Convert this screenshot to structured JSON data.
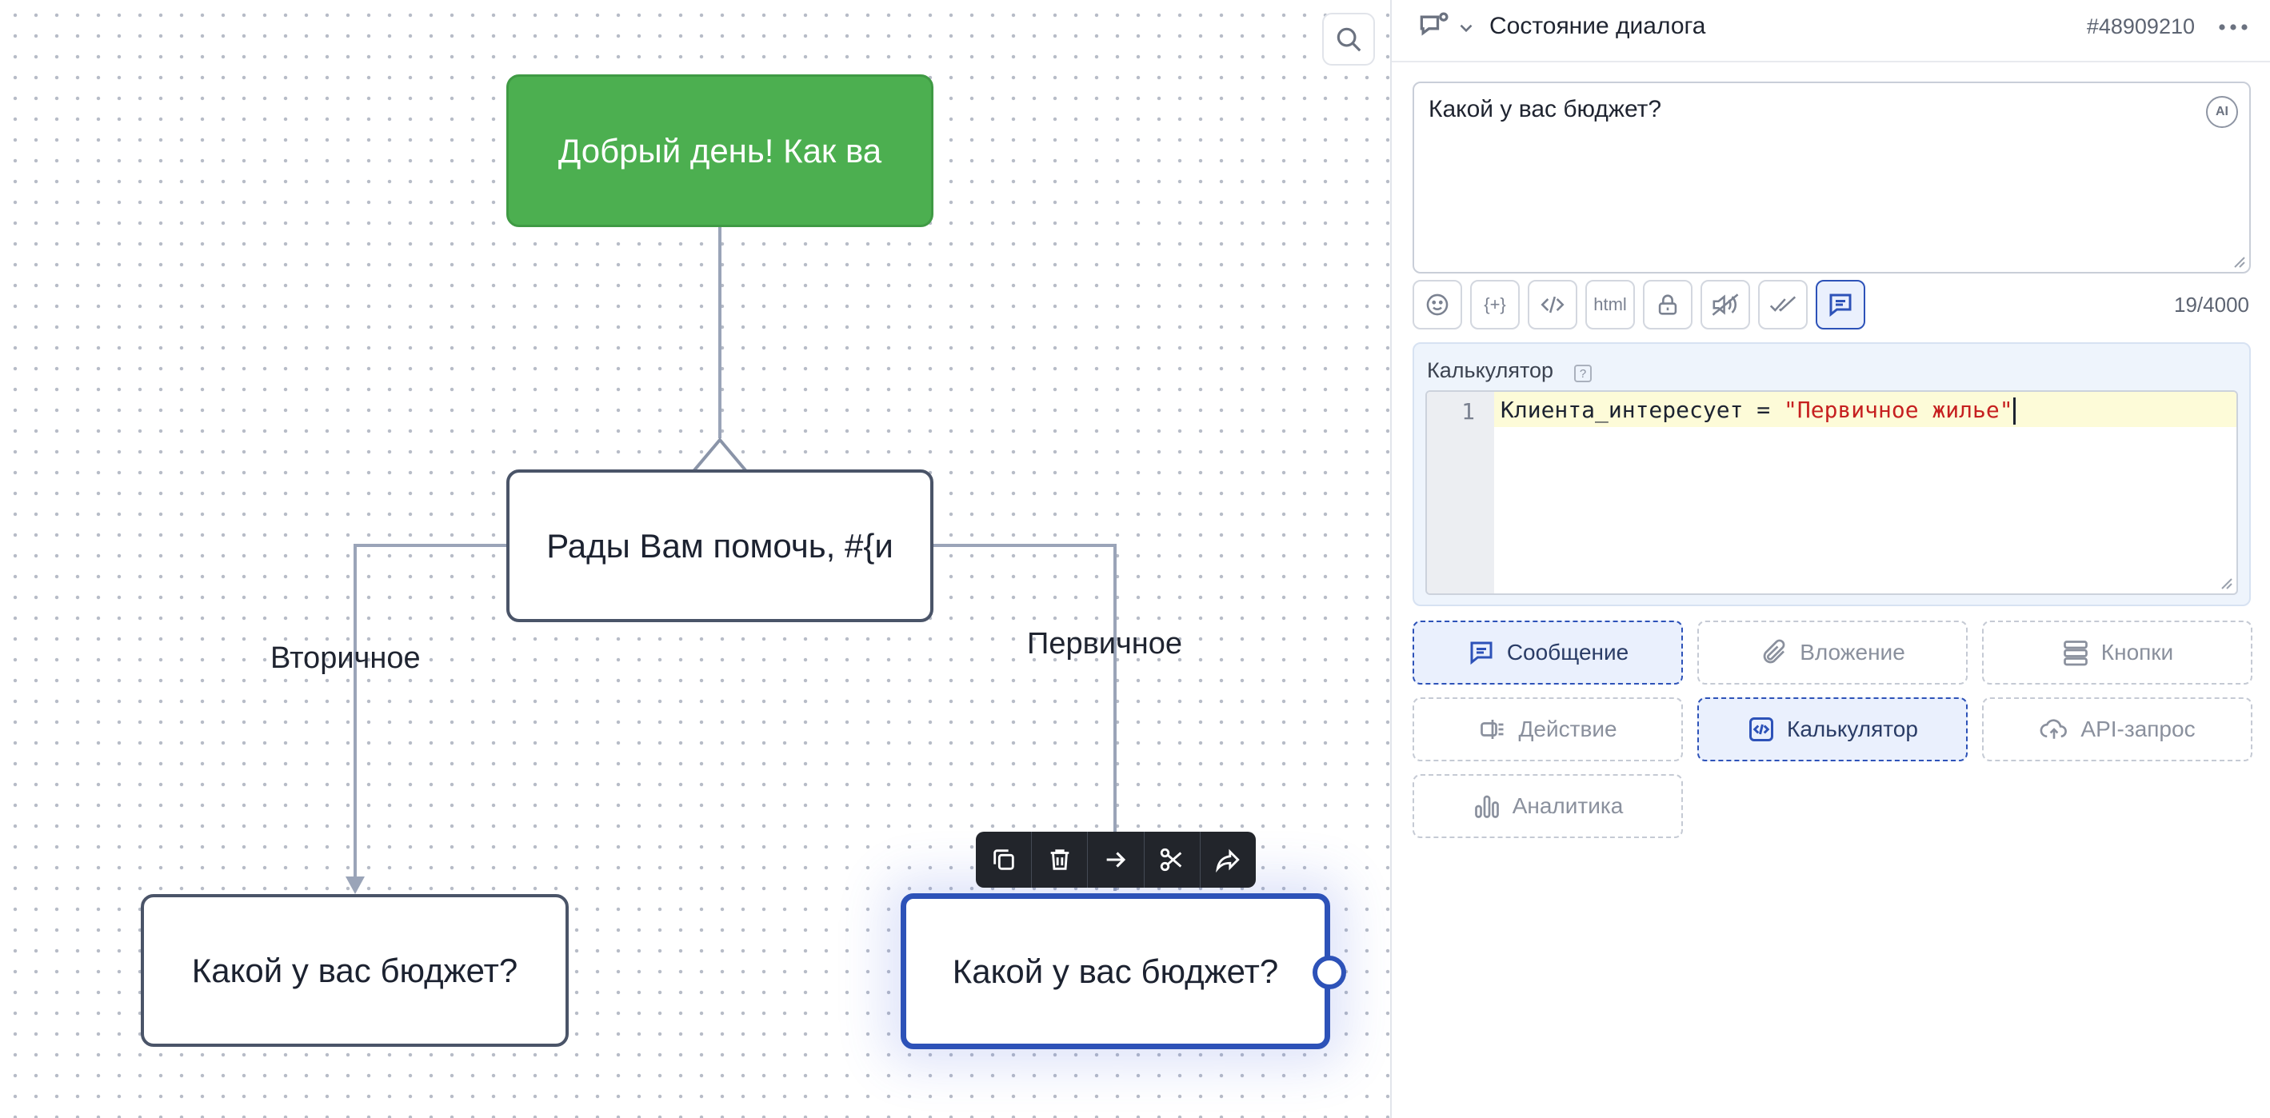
{
  "canvas": {
    "nodes": [
      {
        "id": "greeting",
        "text": "Добрый день!  Как ва"
      },
      {
        "id": "choice",
        "text": "Рады Вам помочь, #{и"
      },
      {
        "id": "budget-left",
        "text": "Какой у вас бюджет?"
      },
      {
        "id": "budget-right",
        "text": "Какой у вас бюджет?"
      }
    ],
    "edge_labels": {
      "secondary": "Вторичное",
      "primary": "Первичное"
    },
    "node_toolbar": [
      "copy-icon",
      "trash-icon",
      "arrow-right-icon",
      "scissors-icon",
      "share-icon"
    ],
    "search_icon": "search-icon"
  },
  "panel": {
    "header": {
      "title": "Состояние диалога",
      "id": "#48909210"
    },
    "message": {
      "text": "Какой у вас бюджет?",
      "ai_badge": "AI",
      "char_count": "19/4000"
    },
    "format_toolbar": {
      "html_label": "html",
      "var_label": "{+}"
    },
    "calculator": {
      "title": "Калькулятор",
      "help": "?",
      "line_number": "1",
      "code_var": "Клиента_интересует",
      "code_op": " = ",
      "code_str": "\"Первичное жилье\""
    },
    "blocks": [
      {
        "label": "Сообщение"
      },
      {
        "label": "Вложение"
      },
      {
        "label": "Кнопки"
      },
      {
        "label": "Действие"
      },
      {
        "label": "Калькулятор"
      },
      {
        "label": "API-запрос"
      },
      {
        "label": "Аналитика"
      }
    ]
  },
  "colors": {
    "accent": "#2d52b8",
    "node_green": "#4caf50",
    "connector": "#9aa4b8"
  }
}
